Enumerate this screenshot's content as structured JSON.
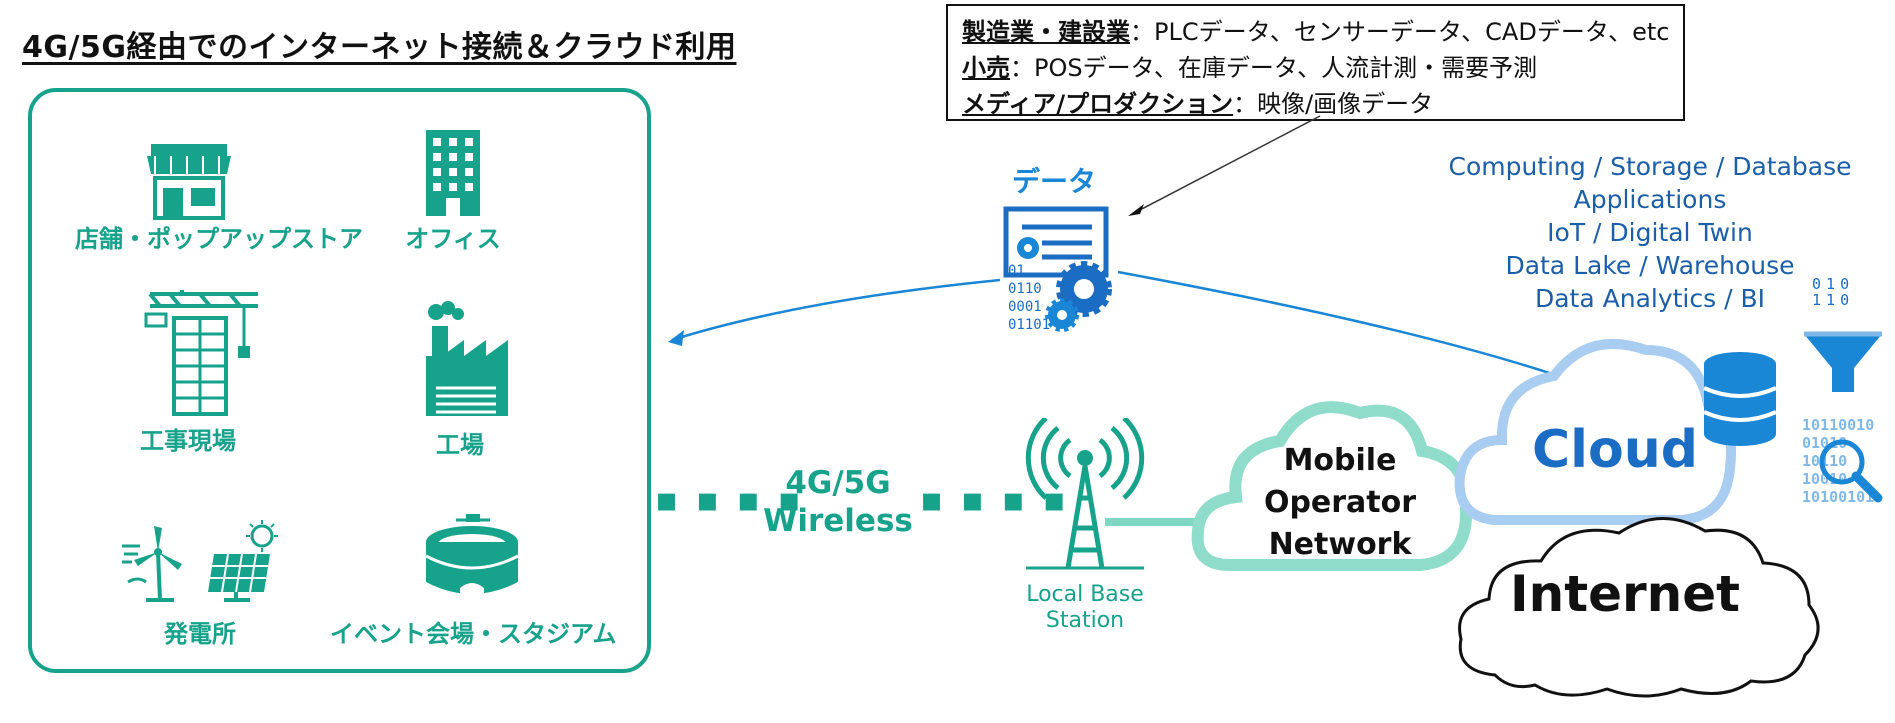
{
  "title": "4G/5G経由でのインターネット接続＆クラウド利用",
  "sites": {
    "store": "店舗・ポップアップストア",
    "office": "オフィス",
    "construction": "工事現場",
    "factory": "工場",
    "power_plant": "発電所",
    "event_venue": "イベント会場・スタジアム"
  },
  "callout": {
    "line1_head": "製造業・建設業",
    "line1_body": "：PLCデータ、センサーデータ、CADデータ、etc",
    "line2_head": "小売",
    "line2_body": "：POSデータ、在庫データ、人流計測・需要予測",
    "line3_head": "メディア/プロダクション",
    "line3_body": "：映像/画像データ"
  },
  "data_label": "データ",
  "binary": [
    "01",
    "0110",
    "0001",
    "01101"
  ],
  "cloud_services": [
    "Computing / Storage / Database",
    "Applications",
    "IoT / Digital Twin",
    "Data Lake / Warehouse",
    "Data Analytics / BI"
  ],
  "wireless": {
    "line1": "4G/5G",
    "line2": "Wireless",
    "dots": "▪ ▪ ▪ ▪"
  },
  "station": {
    "line1": "Local Base",
    "line2": "Station"
  },
  "mobile_network": {
    "line1": "Mobile",
    "line2": "Operator",
    "line3": "Network"
  },
  "cloud": "Cloud",
  "internet": "Internet",
  "binary_stream": [
    "10110010",
    "01010",
    "10110",
    "10010",
    "10100101"
  ],
  "funnel_bits": [
    "0",
    "1",
    "0",
    "1",
    "1",
    "0"
  ],
  "colors": {
    "teal": "#17a38b",
    "blue": "#1a86d6",
    "dark_blue": "#1b5fa8"
  }
}
